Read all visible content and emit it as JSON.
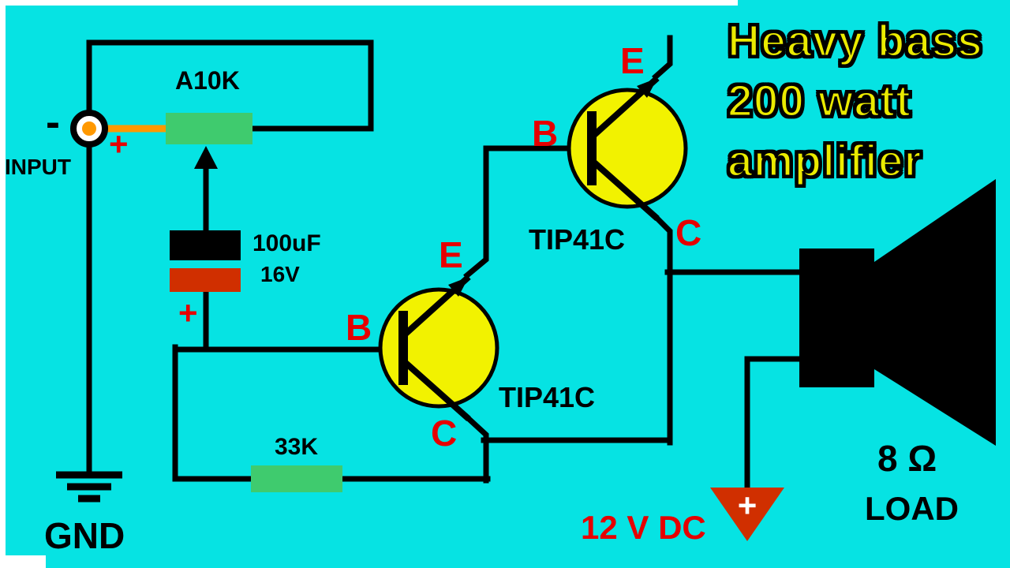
{
  "title": {
    "lines": [
      "Heavy bass",
      "200 watt",
      "amplifier"
    ]
  },
  "input": {
    "label": "INPUT",
    "minus": "-",
    "plus": "+"
  },
  "potentiometer": {
    "label": "A10K"
  },
  "capacitor": {
    "value": "100uF",
    "voltage": "16V",
    "plus": "+"
  },
  "resistor_33k": {
    "label": "33K"
  },
  "transistors": {
    "lower": {
      "name": "TIP41C",
      "e": "E",
      "b": "B",
      "c": "C"
    },
    "upper": {
      "name": "TIP41C",
      "e": "E",
      "b": "B",
      "c": "C"
    }
  },
  "ground": {
    "label": "GND"
  },
  "supply": {
    "label": "12 V DC",
    "plus": "+"
  },
  "speaker": {
    "impedance": "8 Ω",
    "load": "LOAD"
  },
  "colors": {
    "background": "#06E3E3",
    "wire": "#000000",
    "transistor_fill": "#F2F200",
    "component_green": "#3FCB6E",
    "polarity_red": "#D02F00",
    "signal_orange": "#FF9800",
    "label_red": "#E60000",
    "title_yellow": "#EAEA00",
    "title_outline": "#000000"
  }
}
